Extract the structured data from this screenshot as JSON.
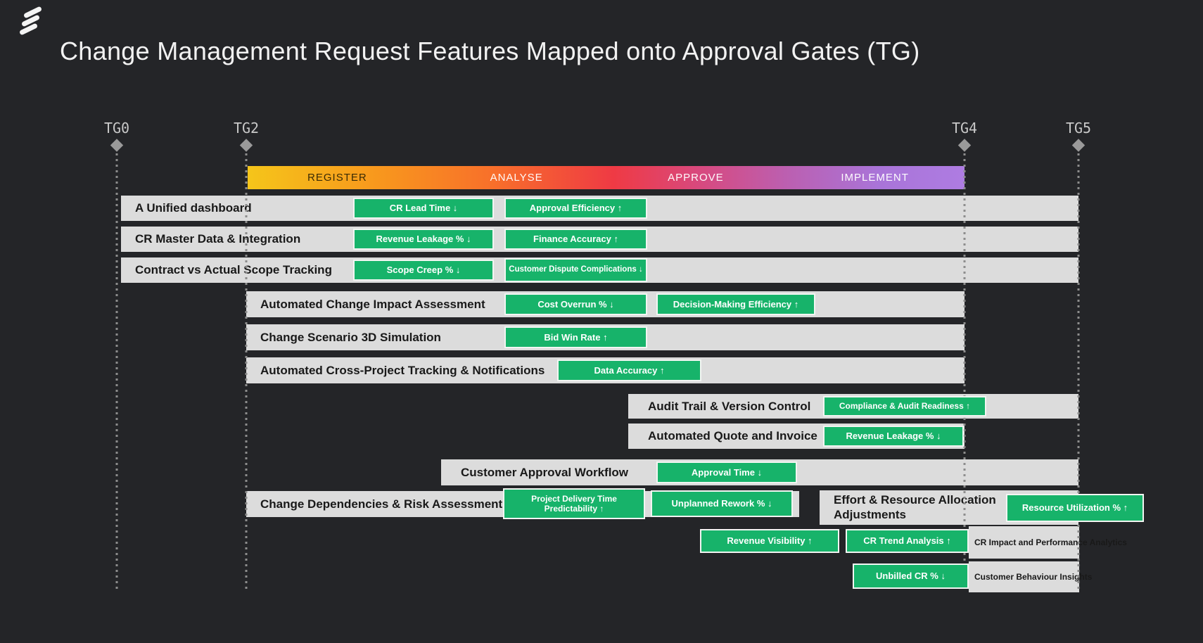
{
  "title": "Change Management Request Features Mapped onto Approval Gates (TG)",
  "logo": {
    "name": "ericsson-logo"
  },
  "gates": [
    {
      "label": "TG0"
    },
    {
      "label": "TG2"
    },
    {
      "label": "TG4"
    },
    {
      "label": "TG5"
    }
  ],
  "phases": [
    {
      "label": "REGISTER"
    },
    {
      "label": "ANALYSE"
    },
    {
      "label": "APPROVE"
    },
    {
      "label": "IMPLEMENT"
    }
  ],
  "colors": {
    "background": "#242528",
    "bar_gray": "#dcdcdc",
    "badge_green": "#17b36a",
    "gradient_start_yellow": "#f5c51a",
    "gradient_orange": "#f8981d",
    "gradient_red": "#ef3a44",
    "gradient_end_purple": "#ae7ce2"
  },
  "rows": [
    {
      "label": "A Unified dashboard",
      "badges": [
        {
          "label": "CR Lead Time ↓"
        },
        {
          "label": "Approval Efficiency ↑"
        }
      ]
    },
    {
      "label": "CR Master Data & Integration",
      "badges": [
        {
          "label": "Revenue Leakage % ↓"
        },
        {
          "label": "Finance Accuracy ↑"
        }
      ]
    },
    {
      "label": "Contract vs Actual Scope Tracking",
      "badges": [
        {
          "label": "Scope Creep % ↓"
        },
        {
          "label": "Customer Dispute Complications ↓"
        }
      ]
    },
    {
      "label": "Automated Change Impact Assessment",
      "badges": [
        {
          "label": "Cost Overrun % ↓"
        },
        {
          "label": "Decision-Making Efficiency ↑"
        }
      ]
    },
    {
      "label": "Change Scenario 3D Simulation",
      "badges": [
        {
          "label": "Bid Win Rate ↑"
        }
      ]
    },
    {
      "label": "Automated Cross-Project Tracking & Notifications",
      "badges": [
        {
          "label": "Data Accuracy ↑"
        }
      ]
    },
    {
      "label": "Audit Trail & Version Control",
      "badges": [
        {
          "label": "Compliance & Audit Readiness ↑"
        }
      ]
    },
    {
      "label": "Automated Quote and Invoice",
      "badges": [
        {
          "label": "Revenue Leakage % ↓"
        }
      ]
    },
    {
      "label": "Customer Approval Workflow",
      "badges": [
        {
          "label": "Approval Time ↓"
        }
      ]
    },
    {
      "label": "Change Dependencies & Risk Assessment",
      "badges": [
        {
          "label": "Project Delivery Time Predictability ↑"
        },
        {
          "label": "Unplanned Rework % ↓"
        }
      ]
    },
    {
      "label": "Effort & Resource Allocation Adjustments",
      "badges": [
        {
          "label": "Resource Utilization % ↑"
        }
      ]
    },
    {
      "label": "CR Impact and Performance Analytics",
      "badges": [
        {
          "label": "Revenue Visibility ↑"
        },
        {
          "label": "CR Trend Analysis ↑"
        }
      ]
    },
    {
      "label": "Customer Behaviour Insights",
      "badges": [
        {
          "label": "Unbilled CR % ↓"
        }
      ]
    }
  ]
}
